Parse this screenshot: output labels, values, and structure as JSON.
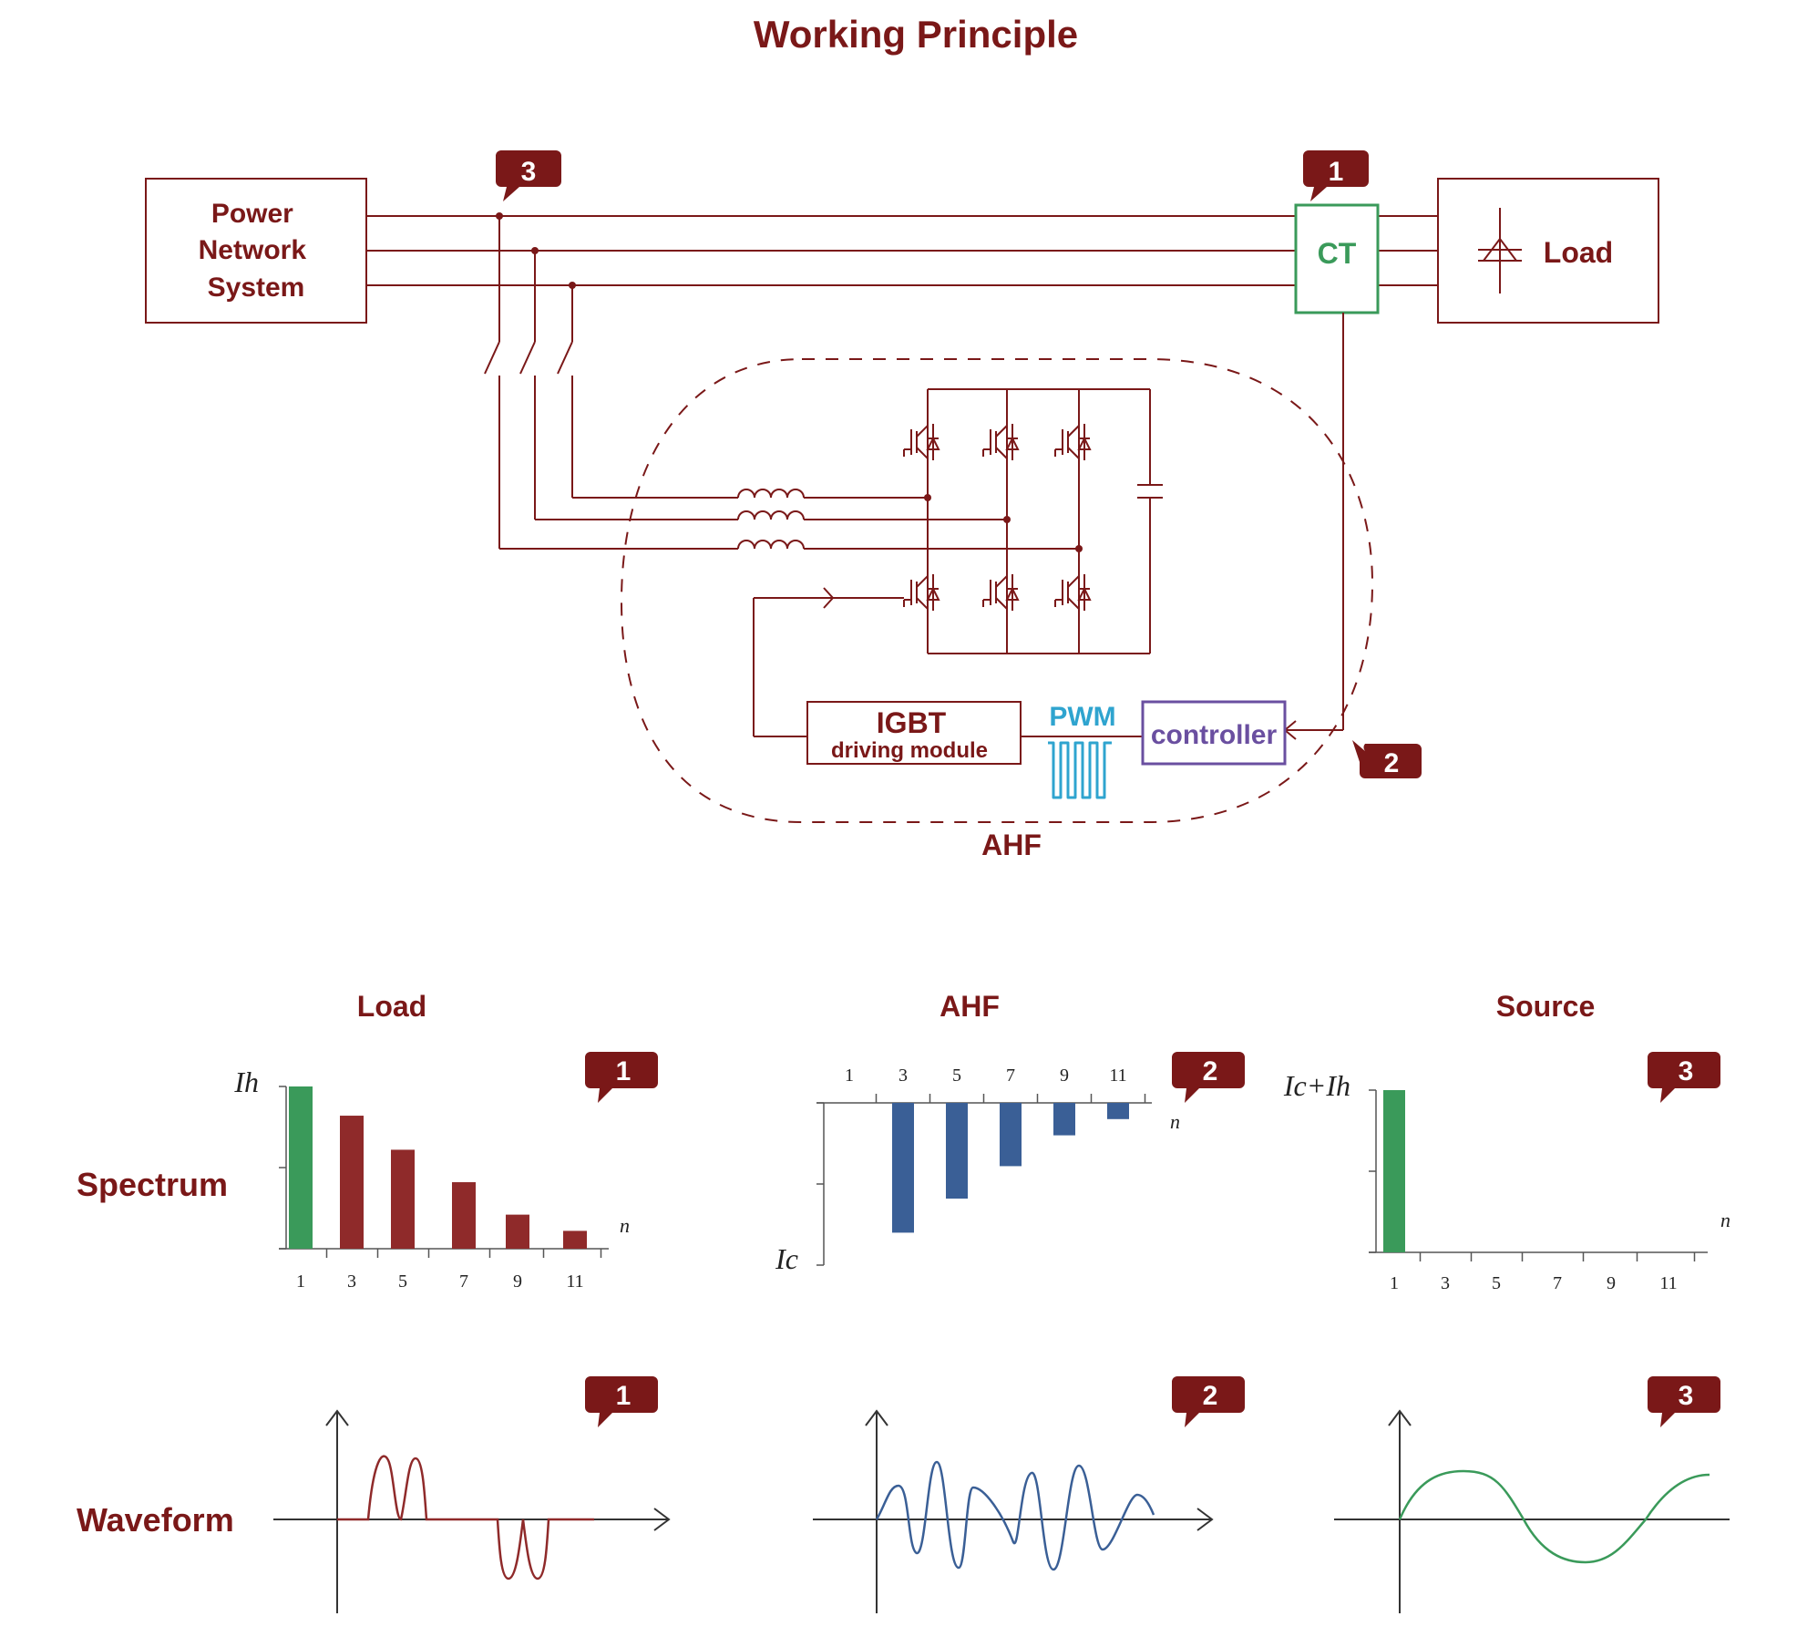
{
  "title": "Working Principle",
  "colors": {
    "maroon": "#7a1818",
    "green": "#3a9a5a",
    "blue": "#3a5f96",
    "pwm_cyan": "#2fa4cf",
    "controller_purple": "#6a4fa0",
    "bar_red": "#8f2a2a"
  },
  "diagram": {
    "power_network": "Power Network System",
    "power_network_lines": [
      "Power",
      "Network",
      "System"
    ],
    "load": "Load",
    "ct": "CT",
    "igbt_title": "IGBT",
    "igbt_sub": "driving module",
    "pwm": "PWM",
    "controller": "controller",
    "ahf": "AHF",
    "callouts": [
      "3",
      "1",
      "2"
    ]
  },
  "columns": [
    {
      "heading": "Load",
      "badge": "1"
    },
    {
      "heading": "AHF",
      "badge": "2"
    },
    {
      "heading": "Source",
      "badge": "3"
    }
  ],
  "row_labels": {
    "spectrum": "Spectrum",
    "waveform": "Waveform"
  },
  "chart_data": [
    {
      "type": "bar",
      "title": "Load",
      "ylabel": "Ih",
      "xlabel": "n",
      "categories": [
        "1",
        "3",
        "5",
        "7",
        "9",
        "11"
      ],
      "values": [
        100,
        82,
        61,
        41,
        21,
        11
      ],
      "colors": [
        "#3a9a5a",
        "#8f2a2a",
        "#8f2a2a",
        "#8f2a2a",
        "#8f2a2a",
        "#8f2a2a"
      ],
      "ylim": [
        0,
        100
      ]
    },
    {
      "type": "bar",
      "title": "AHF",
      "ylabel": "Ic",
      "xlabel": "n",
      "categories": [
        "1",
        "3",
        "5",
        "7",
        "9",
        "11"
      ],
      "values": [
        0,
        -80,
        -59,
        -39,
        -20,
        -10
      ],
      "colors": [
        "#3a5f96",
        "#3a5f96",
        "#3a5f96",
        "#3a5f96",
        "#3a5f96",
        "#3a5f96"
      ],
      "ylim": [
        -100,
        0
      ]
    },
    {
      "type": "bar",
      "title": "Source",
      "ylabel": "Ic+Ih",
      "xlabel": "n",
      "categories": [
        "1",
        "3",
        "5",
        "7",
        "9",
        "11"
      ],
      "values": [
        100,
        0,
        0,
        0,
        0,
        0
      ],
      "colors": [
        "#3a9a5a",
        "#3a9a5a",
        "#3a9a5a",
        "#3a9a5a",
        "#3a9a5a",
        "#3a9a5a"
      ],
      "ylim": [
        0,
        100
      ]
    }
  ]
}
